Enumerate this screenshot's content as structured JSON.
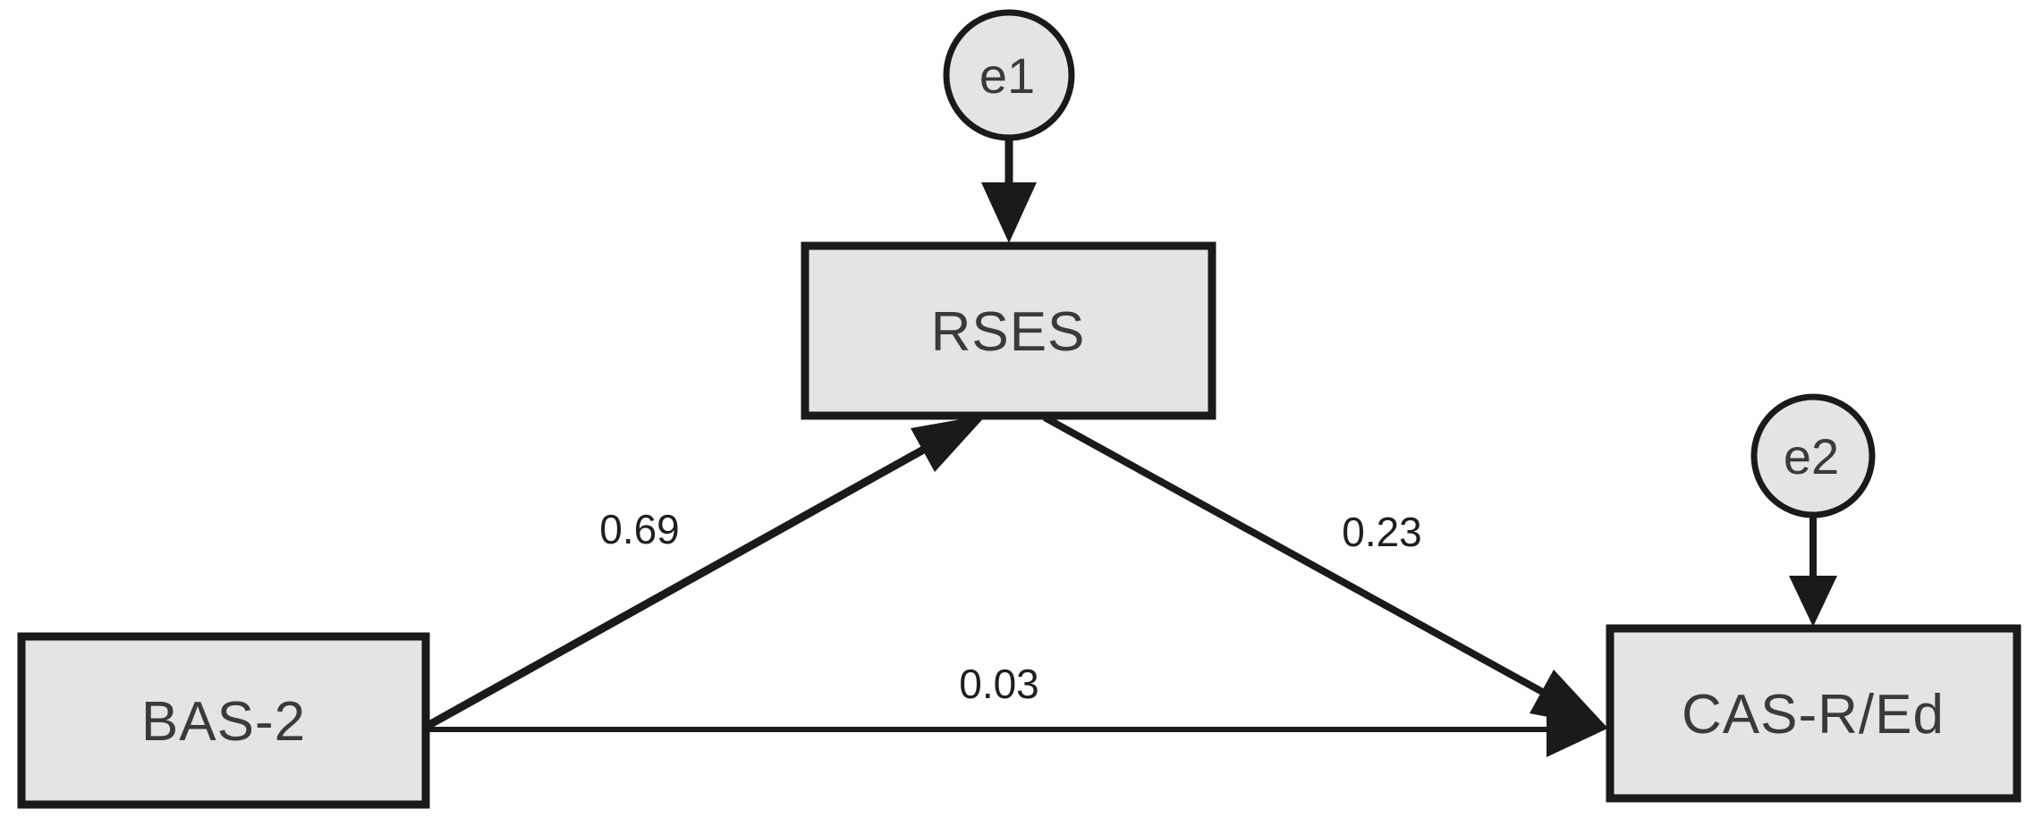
{
  "diagram": {
    "kind": "mediation-path-model",
    "nodes": {
      "predictor": {
        "label": "BAS-2",
        "shape": "rectangle"
      },
      "mediator": {
        "label": "RSES",
        "shape": "rectangle"
      },
      "outcome": {
        "label": "CAS-R/Ed",
        "shape": "rectangle"
      },
      "error1": {
        "label": "e1",
        "shape": "circle"
      },
      "error2": {
        "label": "e2",
        "shape": "circle"
      }
    },
    "paths": {
      "predictor_to_mediator": {
        "from": "BAS-2",
        "to": "RSES",
        "coefficient": "0.69"
      },
      "mediator_to_outcome": {
        "from": "RSES",
        "to": "CAS-R/Ed",
        "coefficient": "0.23"
      },
      "predictor_to_outcome": {
        "from": "BAS-2",
        "to": "CAS-R/Ed",
        "coefficient": "0.03"
      },
      "error1_to_mediator": {
        "from": "e1",
        "to": "RSES"
      },
      "error2_to_outcome": {
        "from": "e2",
        "to": "CAS-R/Ed"
      }
    },
    "colors": {
      "background": "#ffffff",
      "node_fill": "#e4e4e4",
      "stroke": "#1a1a1a",
      "node_text": "#3a3a3a",
      "coefficient_text": "#1f1f1f"
    }
  }
}
